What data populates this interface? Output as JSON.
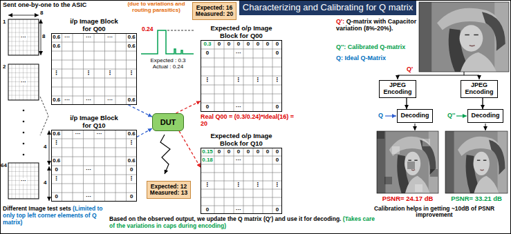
{
  "diagram": {
    "title": "Characterizing and Calibrating for Q matrix",
    "nodes": [
      {
        "text": [
          "i/p Image Block for Q00"
        ]
      },
      {
        "text": [
          "Expected: 16 Measured: 20"
        ]
      },
      {
        "text": [
          "Expected o/p Image Block for Q00"
        ]
      },
      {
        "text": [
          "i/p Image Block for Q10"
        ]
      },
      {
        "text": [
          "DUT"
        ]
      },
      {
        "text": [
          "Expected o/p Image Block for Q10"
        ]
      },
      {
        "text": [
          "Expected: 12 Measured: 13"
        ]
      },
      {
        "text": [
          "JPEG Encoding"
        ]
      },
      {
        "text": [
          "JPEG Encoding"
        ]
      },
      {
        "text": [
          "Decoding"
        ]
      },
      {
        "text": [
          "Decoding"
        ]
      }
    ],
    "edges": [
      {
        "from": 0,
        "to": 4,
        "arrow": "to"
      },
      {
        "from": 4,
        "to": 2,
        "arrow": "to"
      },
      {
        "from": 3,
        "to": 4,
        "arrow": "to"
      },
      {
        "from": 4,
        "to": 5,
        "arrow": "to"
      },
      {
        "from": 7,
        "to": 9,
        "arrow": "to"
      },
      {
        "from": 8,
        "to": 10,
        "arrow": "to"
      }
    ],
    "labels": [
      "Sent one-by-one to the ASIC",
      "1",
      "8",
      "8",
      "···",
      "2",
      "···",
      "64",
      "···",
      "Different Image test sets",
      "(Limited to only top left corner elements of Q matrix)",
      "(due to variations and routing parasitics)",
      "0.24",
      "Expected : 0.3 Actual : 0.24",
      "Real Q00 = (0.3/0.24)*Ideal(16) = 20",
      "4",
      "4",
      "Based on the observed output, we update the Q matrix (Q') and use it for decoding.",
      "(Takes care of the variations in caps during encoding)",
      "Q':",
      "Q-matrix with Capacitor variation (8%-20%).",
      "Q'': Calibrated Q-matrix",
      "Q: Ideal Q-Matrix",
      "Q'",
      "Q",
      "Q''",
      "PSNR= 24.17 dB",
      "PSNR= 33.21 dB",
      "Calibration helps in getting ~10dB of PSNR improvement",
      "0.6",
      "···",
      "···",
      "···",
      "0.6",
      "0.6",
      "0.6",
      "⋮",
      "⋮",
      "⋮",
      "⋮",
      "0.6",
      "···",
      "···",
      "···",
      "0.6",
      "0.3",
      "0",
      "0",
      "0",
      "0",
      "0",
      "0",
      "0",
      "0",
      "···",
      "0",
      "⋮",
      "⋮",
      "⋮",
      "⋮",
      "0",
      "···",
      "0",
      "0.6",
      "···",
      "···",
      "0.6",
      "⋮",
      "⋮",
      "0.6",
      "0.6",
      "0",
      "···",
      "0",
      "⋮",
      "⋮",
      "0",
      "···",
      "0",
      "0.15",
      "0",
      "0",
      "0",
      "0",
      "0",
      "0",
      "0",
      "0.18",
      "···",
      "0",
      "⋮",
      "⋮",
      "⋮",
      "⋮",
      "0",
      "···",
      "0"
    ]
  }
}
